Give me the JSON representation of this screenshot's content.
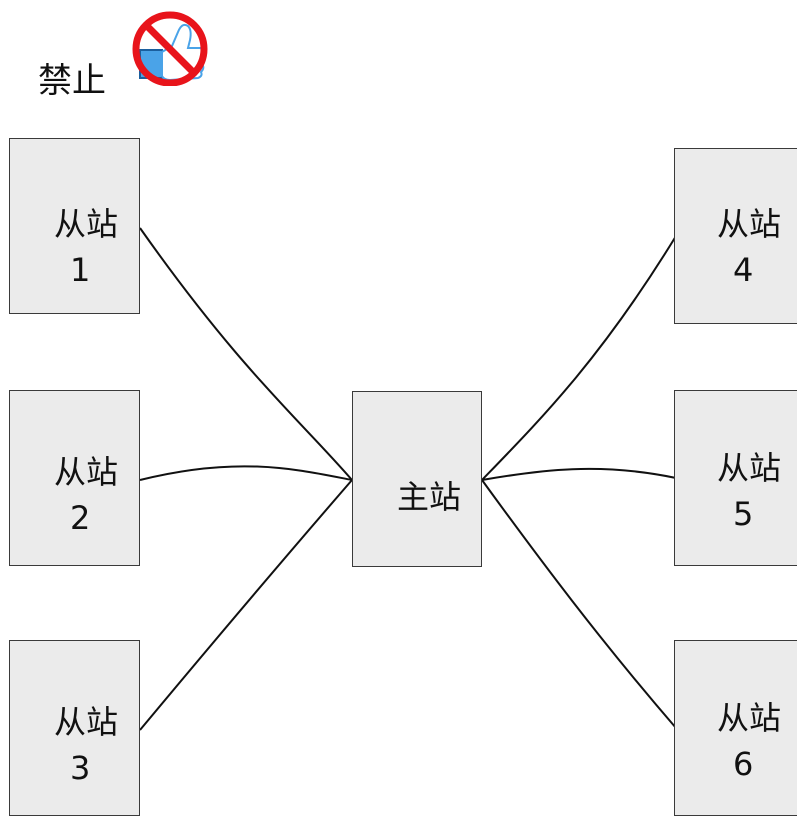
{
  "header": {
    "label": "禁止",
    "icon": "no-thumbs-up-icon",
    "prohibit_color": "#e8141b",
    "thumb_color": "#4aa3e8"
  },
  "master": {
    "label": "主站"
  },
  "slaves": [
    {
      "line1": "从站",
      "line2": "1"
    },
    {
      "line1": "从站",
      "line2": "2"
    },
    {
      "line1": "从站",
      "line2": "3"
    },
    {
      "line1": "从站",
      "line2": "4"
    },
    {
      "line1": "从站",
      "line2": "5"
    },
    {
      "line1": "从站",
      "line2": "6"
    }
  ]
}
